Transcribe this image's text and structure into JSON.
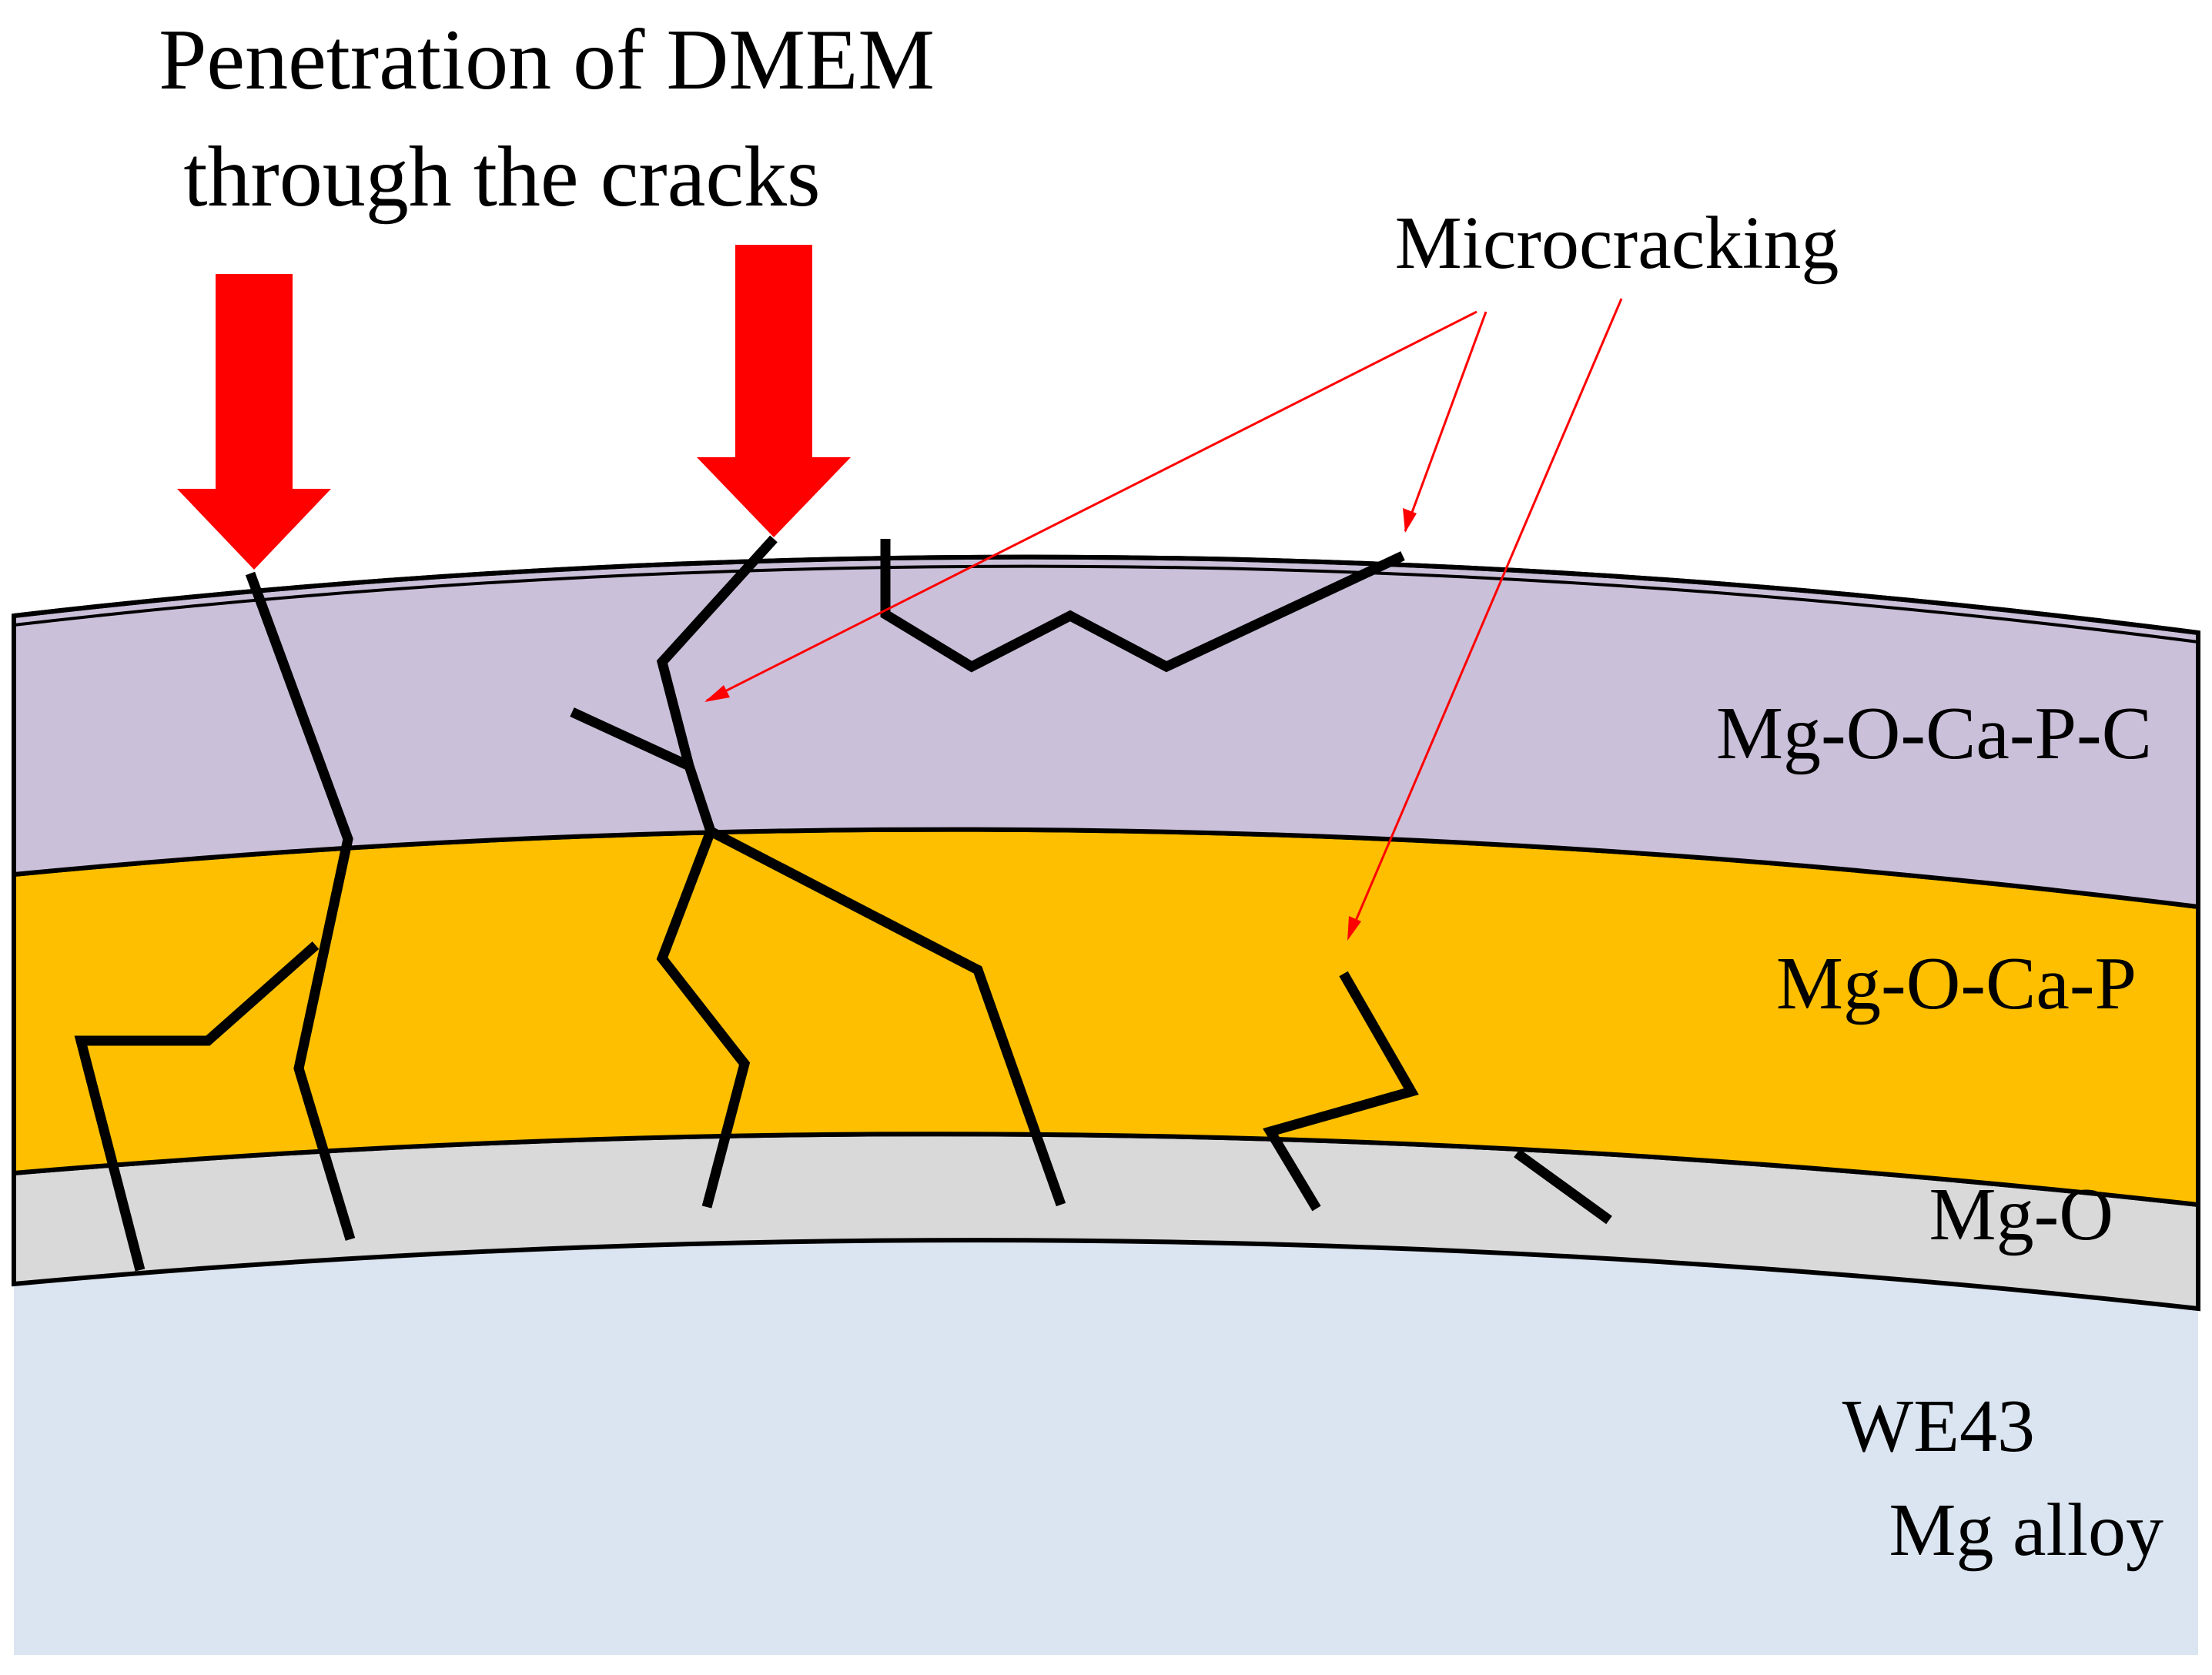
{
  "title": {
    "line1": "Penetration of DMEM",
    "line2": "through the cracks"
  },
  "annotation": "Microcracking",
  "layers": {
    "outer": {
      "label": "Mg-O-Ca-P-C",
      "color": "#cbc0da"
    },
    "middle": {
      "label": "Mg-O-Ca-P",
      "color": "#fdbf00"
    },
    "inner": {
      "label": "Mg-O",
      "color": "#d9d9d9"
    },
    "substrate": {
      "label_line1": "WE43",
      "label_line2": "Mg alloy",
      "color": "#dbe5f1"
    }
  },
  "colors": {
    "penetration_arrow": "#ff0000",
    "annotation_line": "#ff0000",
    "crack": "#000000"
  }
}
